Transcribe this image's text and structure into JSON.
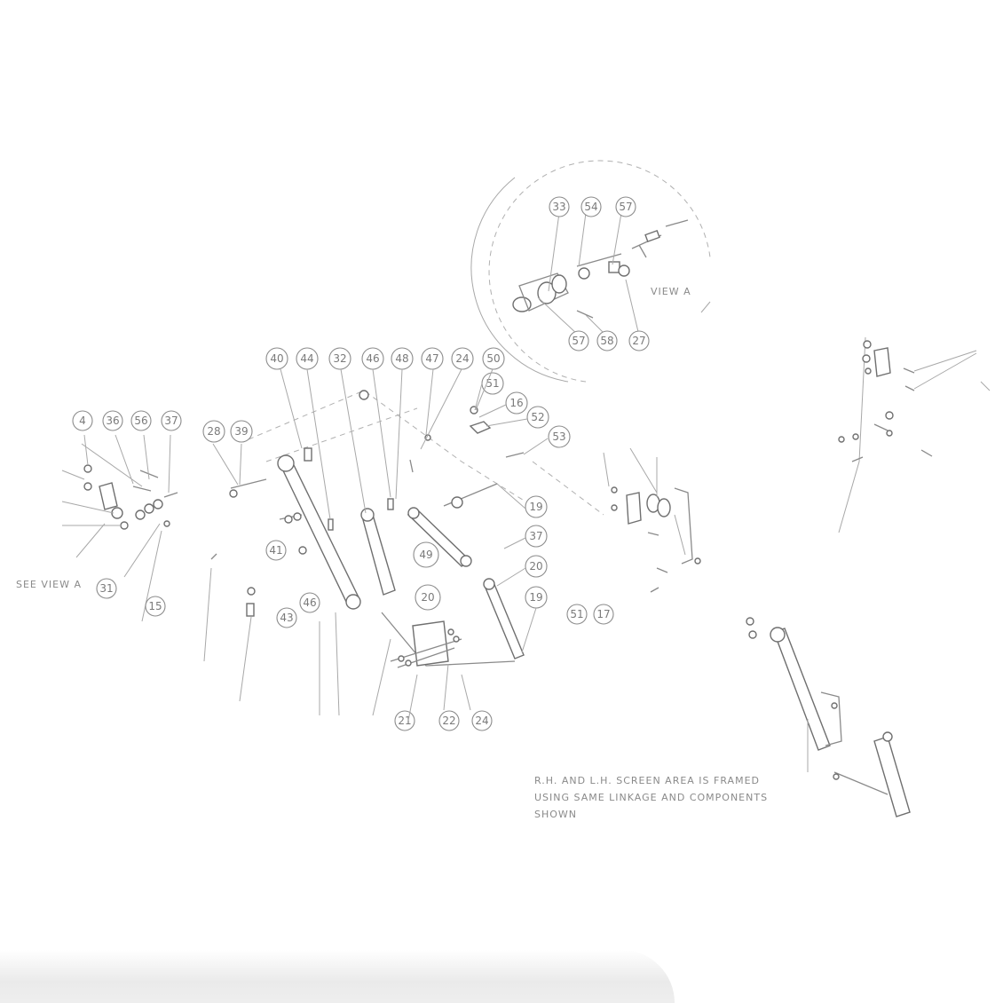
{
  "callouts": [
    {
      "id": "c40",
      "label": "40"
    },
    {
      "id": "c44",
      "label": "44"
    },
    {
      "id": "c32",
      "label": "32"
    },
    {
      "id": "c46a",
      "label": "46"
    },
    {
      "id": "c48",
      "label": "48"
    },
    {
      "id": "c47a",
      "label": "47"
    },
    {
      "id": "c24a",
      "label": "24"
    },
    {
      "id": "c50",
      "label": "50"
    },
    {
      "id": "c51",
      "label": "51"
    },
    {
      "id": "c16",
      "label": "16"
    },
    {
      "id": "c52",
      "label": "52"
    },
    {
      "id": "c53",
      "label": "53"
    },
    {
      "id": "c28",
      "label": "28"
    },
    {
      "id": "c39",
      "label": "39"
    },
    {
      "id": "c4",
      "label": "4"
    },
    {
      "id": "c36",
      "label": "36"
    },
    {
      "id": "c56",
      "label": "56"
    },
    {
      "id": "c37a",
      "label": "37"
    },
    {
      "id": "c33",
      "label": "33"
    },
    {
      "id": "c54",
      "label": "54"
    },
    {
      "id": "c57a",
      "label": "57"
    },
    {
      "id": "c57b",
      "label": "57"
    },
    {
      "id": "c58",
      "label": "58"
    },
    {
      "id": "c27",
      "label": "27"
    },
    {
      "id": "c19a",
      "label": "19"
    },
    {
      "id": "c37b",
      "label": "37"
    },
    {
      "id": "c20a",
      "label": "20"
    },
    {
      "id": "c19b",
      "label": "19"
    },
    {
      "id": "c49",
      "label": "49"
    },
    {
      "id": "c20b",
      "label": "20"
    },
    {
      "id": "c41",
      "label": "41"
    },
    {
      "id": "c43",
      "label": "43"
    },
    {
      "id": "c46b",
      "label": "46"
    },
    {
      "id": "c31",
      "label": "31"
    },
    {
      "id": "c15",
      "label": "15"
    },
    {
      "id": "c21",
      "label": "21"
    },
    {
      "id": "c22",
      "label": "22"
    },
    {
      "id": "c24b",
      "label": "24"
    },
    {
      "id": "c51b",
      "label": "51"
    },
    {
      "id": "c17",
      "label": "17"
    }
  ],
  "texts": {
    "view_a": "VIEW A",
    "see_view_a": "SEE VIEW A",
    "note_line1": "R.H. AND L.H. SCREEN AREA IS FRAMED",
    "note_line2": "USING SAME LINKAGE AND COMPONENTS",
    "note_line3": "SHOWN"
  }
}
